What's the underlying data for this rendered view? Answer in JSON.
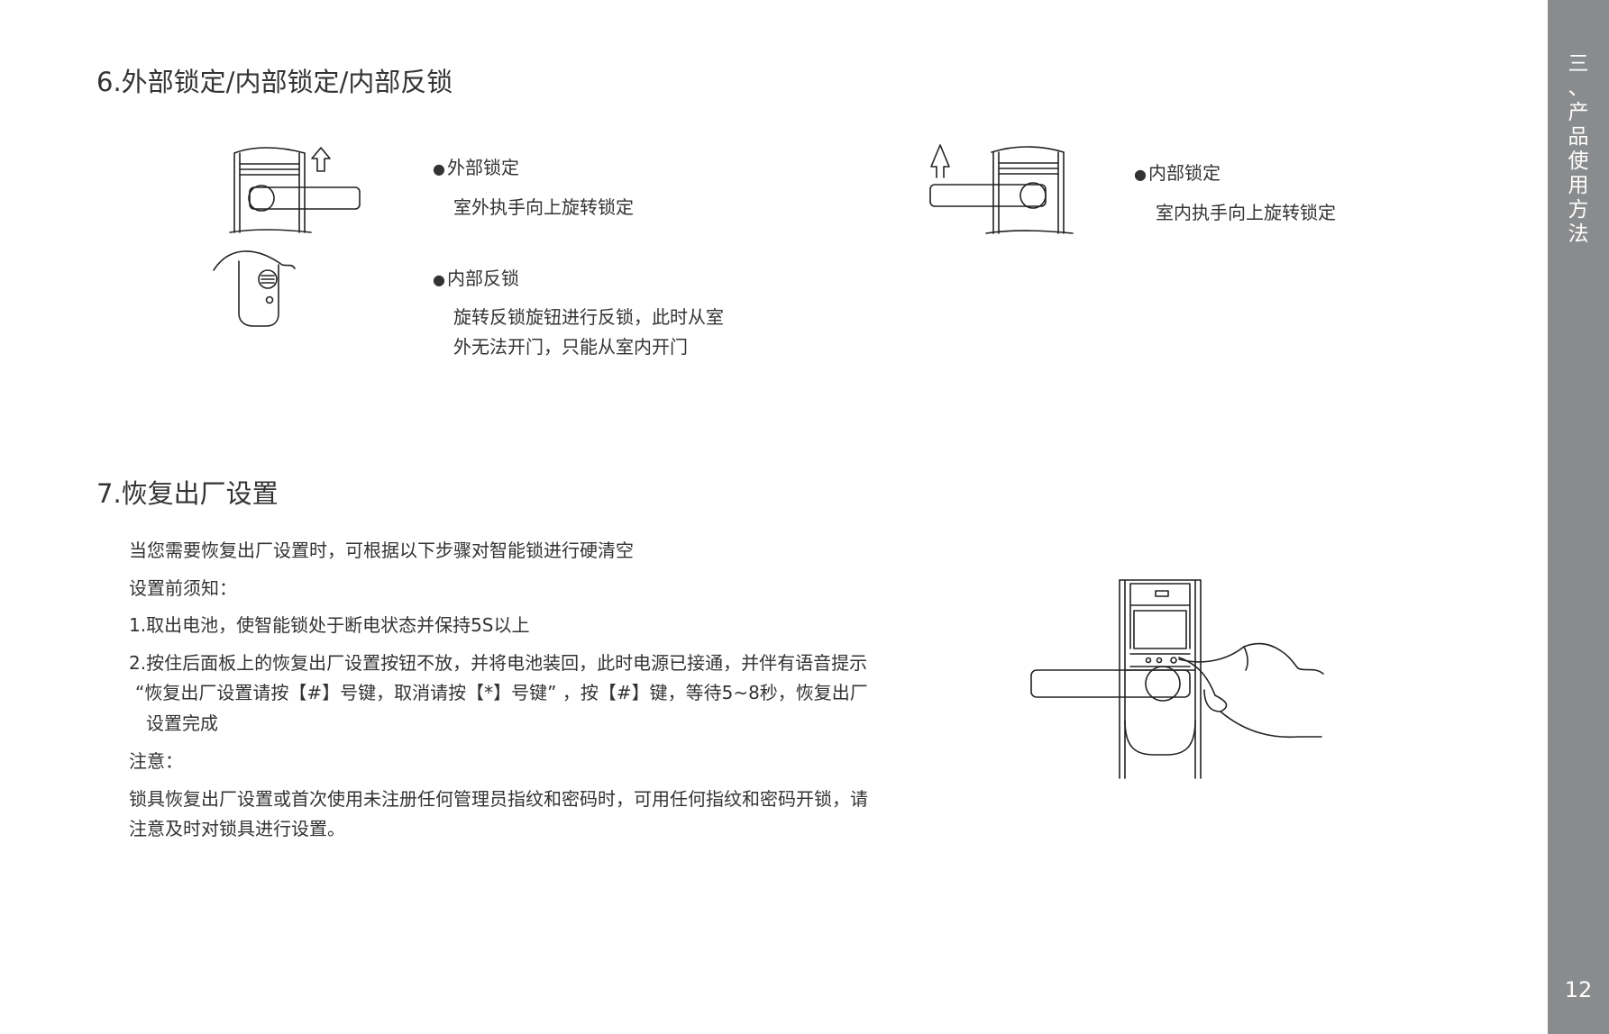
{
  "section6": {
    "heading": "6.外部锁定/内部锁定/内部反锁",
    "external_lock": {
      "title": "外部锁定",
      "desc": "室外执手向上旋转锁定"
    },
    "internal_deadlock": {
      "title": "内部反锁",
      "desc_lines": [
        "旋转反锁旋钮进行反锁，此时从室",
        "外无法开门，只能从室内开门"
      ]
    },
    "internal_lock": {
      "title": "内部锁定",
      "desc": "室内执手向上旋转锁定"
    }
  },
  "section7": {
    "heading": "7.恢复出厂设置",
    "intro": "当您需要恢复出厂设置时，可根据以下步骤对智能锁进行硬清空",
    "before_label": "设置前须知：",
    "step1": "1.取出电池，使智能锁处于断电状态并保持5S以上",
    "step2_lines": [
      "2.按住后面板上的恢复出厂设置按钮不放，并将电池装回，此时电源已接通，并伴有语音提示",
      "“恢复出厂设置请按【#】号键，取消请按【*】号键” ，按【#】键，等待5~8秒，恢复出厂",
      "设置完成"
    ],
    "note_label": "注意：",
    "note_lines": [
      "锁具恢复出厂设置或首次使用未注册任何管理员指纹和密码时，可用任何指纹和密码开锁，请",
      "注意及时对锁具进行设置。"
    ]
  },
  "sidebar": {
    "chapter_chars": [
      "三",
      "、",
      "产",
      "品",
      "使",
      "用",
      "方",
      "法"
    ],
    "page_number": "12",
    "color": "#8a8b8d"
  },
  "icons": {
    "external_lock": "lever-handle-up-arrow-icon",
    "internal_deadlock": "thumb-turn-knob-icon",
    "internal_lock": "lever-handle-up-arrow-icon",
    "factory_reset": "hand-pressing-reset-button-icon"
  }
}
